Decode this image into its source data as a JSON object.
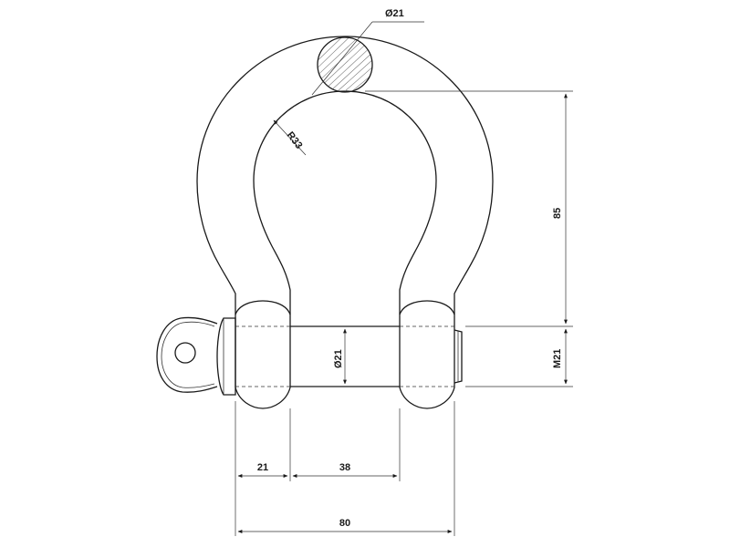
{
  "drawing": {
    "title": "",
    "dimensions": {
      "wire_diameter": "Ø21",
      "inner_radius": "R33",
      "inner_height": "85",
      "thread": "M21",
      "pin_diameter": "Ø21",
      "eye_width": "21",
      "inner_width": "38",
      "overall_width": "80"
    }
  }
}
